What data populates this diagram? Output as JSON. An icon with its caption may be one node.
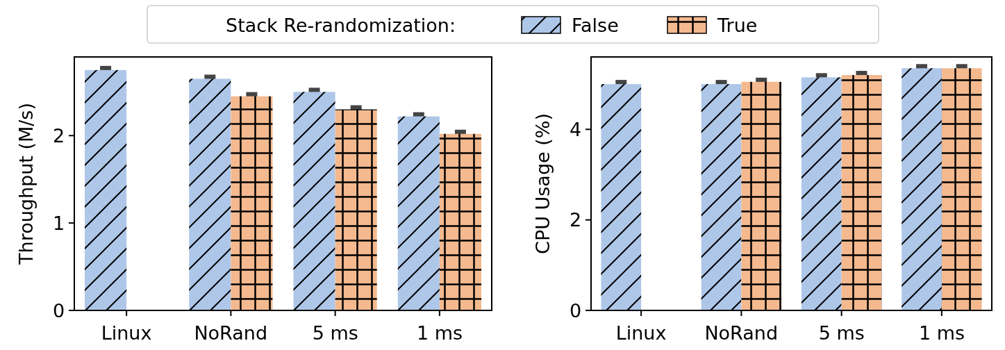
{
  "diagram": {
    "labels": [
      "Stack Re-randomization:"
    ],
    "legend": [
      {
        "text": "False",
        "color": "#aec7e8"
      },
      {
        "text": "True",
        "color": "#f4b98f"
      }
    ],
    "chart_data": [
      {
        "type": "bar",
        "ylabel": "Throughput (M/s)",
        "categories": [
          "Linux",
          "NoRand",
          "5 ms",
          "1 ms"
        ],
        "ylim": [
          0,
          2.9
        ],
        "yticks": [
          0,
          1,
          2
        ],
        "series": [
          {
            "color": "#aec7e8",
            "values": [
              2.75,
              2.65,
              2.5,
              2.22
            ]
          },
          {
            "color": "#f4b98f",
            "values": [
              null,
              2.45,
              2.3,
              2.02
            ]
          }
        ]
      },
      {
        "type": "bar",
        "ylabel": "CPU Usage (%)",
        "categories": [
          "Linux",
          "NoRand",
          "5 ms",
          "1 ms"
        ],
        "ylim": [
          0,
          5.6
        ],
        "yticks": [
          0,
          2,
          4
        ],
        "series": [
          {
            "color": "#aec7e8",
            "values": [
              5.0,
              5.0,
              5.15,
              5.35
            ]
          },
          {
            "color": "#f4b98f",
            "values": [
              null,
              5.05,
              5.2,
              5.35
            ]
          }
        ]
      }
    ]
  }
}
